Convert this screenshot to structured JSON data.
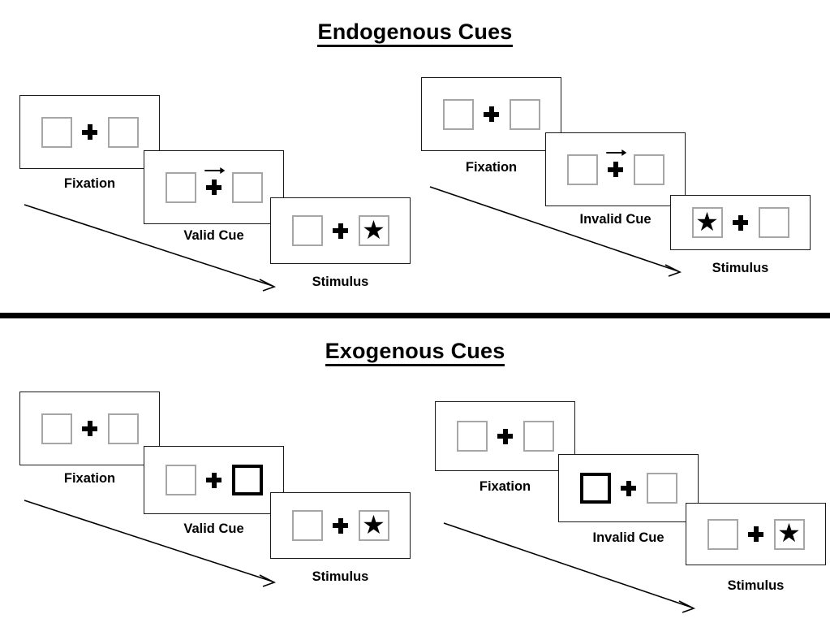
{
  "sections": [
    {
      "id": "endogenous",
      "title": "Endogenous Cues",
      "groups": [
        {
          "id": "endogenous-valid",
          "stages": [
            {
              "id": "fixation",
              "label": "Fixation",
              "cue": "none",
              "left_content": "empty",
              "right_content": "empty"
            },
            {
              "id": "valid-cue",
              "label": "Valid Cue",
              "cue": "arrow-right",
              "left_content": "empty",
              "right_content": "empty"
            },
            {
              "id": "stimulus",
              "label": "Stimulus",
              "cue": "none",
              "left_content": "empty",
              "right_content": "star"
            }
          ]
        },
        {
          "id": "endogenous-invalid",
          "stages": [
            {
              "id": "fixation",
              "label": "Fixation",
              "cue": "none",
              "left_content": "empty",
              "right_content": "empty"
            },
            {
              "id": "invalid-cue",
              "label": "Invalid Cue",
              "cue": "arrow-right",
              "left_content": "empty",
              "right_content": "empty"
            },
            {
              "id": "stimulus",
              "label": "Stimulus",
              "cue": "none",
              "left_content": "star",
              "right_content": "empty"
            }
          ]
        }
      ]
    },
    {
      "id": "exogenous",
      "title": "Exogenous Cues",
      "groups": [
        {
          "id": "exogenous-valid",
          "stages": [
            {
              "id": "fixation",
              "label": "Fixation",
              "cue": "none",
              "left_content": "empty",
              "right_content": "empty"
            },
            {
              "id": "valid-cue",
              "label": "Valid Cue",
              "cue": "box-right-bold",
              "left_content": "empty",
              "right_content": "empty"
            },
            {
              "id": "stimulus",
              "label": "Stimulus",
              "cue": "none",
              "left_content": "empty",
              "right_content": "star"
            }
          ]
        },
        {
          "id": "exogenous-invalid",
          "stages": [
            {
              "id": "fixation",
              "label": "Fixation",
              "cue": "none",
              "left_content": "empty",
              "right_content": "empty"
            },
            {
              "id": "invalid-cue",
              "label": "Invalid Cue",
              "cue": "box-left-bold",
              "left_content": "empty",
              "right_content": "empty"
            },
            {
              "id": "stimulus",
              "label": "Stimulus",
              "cue": "none",
              "left_content": "empty",
              "right_content": "star"
            }
          ]
        }
      ]
    }
  ],
  "glyphs": {
    "star": "★"
  },
  "colors": {
    "ink": "#000000",
    "frame_border": "#1a1a1a",
    "box_border": "#a6a6a6",
    "cued_box_border": "#000000",
    "background": "#ffffff"
  }
}
